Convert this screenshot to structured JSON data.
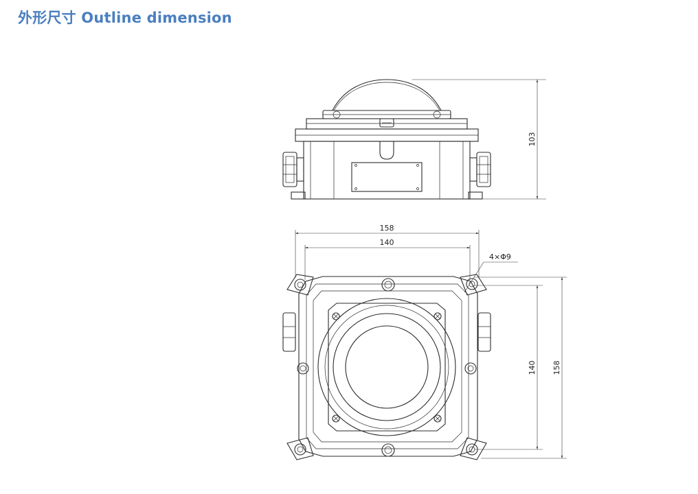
{
  "title": "外形尺寸 Outline dimension",
  "dimensions": {
    "height": "103",
    "outer_width": "158",
    "hole_spacing_width": "140",
    "hole_spacing_height": "140",
    "outer_height": "158",
    "holes": "4×Φ9"
  }
}
